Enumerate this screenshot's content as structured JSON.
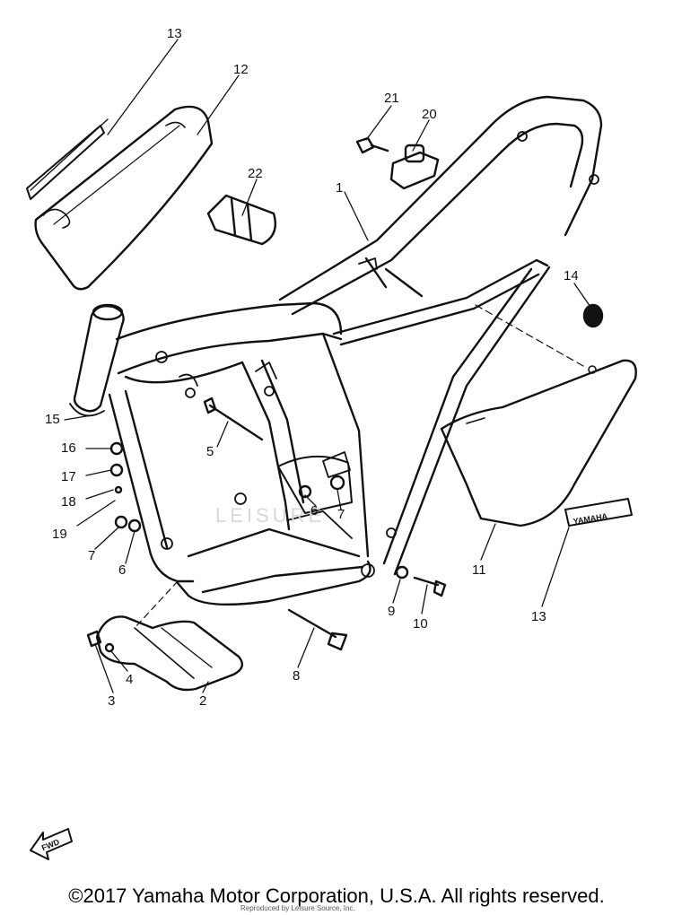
{
  "diagram": {
    "callouts": [
      {
        "id": "c13a",
        "text": "13"
      },
      {
        "id": "c12",
        "text": "12"
      },
      {
        "id": "c22",
        "text": "22"
      },
      {
        "id": "c21",
        "text": "21"
      },
      {
        "id": "c20",
        "text": "20"
      },
      {
        "id": "c1",
        "text": "1"
      },
      {
        "id": "c14",
        "text": "14"
      },
      {
        "id": "c15",
        "text": "15"
      },
      {
        "id": "c16",
        "text": "16"
      },
      {
        "id": "c17",
        "text": "17"
      },
      {
        "id": "c18",
        "text": "18"
      },
      {
        "id": "c19",
        "text": "19"
      },
      {
        "id": "c5",
        "text": "5"
      },
      {
        "id": "c6a",
        "text": "6"
      },
      {
        "id": "c7a",
        "text": "7"
      },
      {
        "id": "c7b",
        "text": "7"
      },
      {
        "id": "c6b",
        "text": "6"
      },
      {
        "id": "c11",
        "text": "11"
      },
      {
        "id": "c13b",
        "text": "13"
      },
      {
        "id": "c9",
        "text": "9"
      },
      {
        "id": "c10",
        "text": "10"
      },
      {
        "id": "c8",
        "text": "8"
      },
      {
        "id": "c4",
        "text": "4"
      },
      {
        "id": "c3",
        "text": "3"
      },
      {
        "id": "c2",
        "text": "2"
      }
    ],
    "watermark": "LEISURE",
    "fwd_label": "FWD",
    "emblem_label": "YAMAHA"
  },
  "footer": {
    "copyright": "©2017 Yamaha Motor Corporation, U.S.A. All rights reserved.",
    "small_print": "Reproduced by Leisure Source, Inc."
  }
}
